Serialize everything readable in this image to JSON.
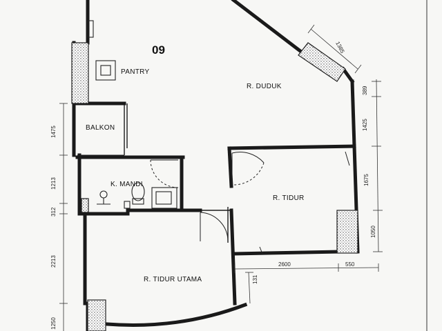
{
  "unit_number": "09",
  "rooms": {
    "pantry": "PANTRY",
    "ruang_duduk": "R. DUDUK",
    "balkon": "BALKON",
    "kamar_mandi": "K. MANDI",
    "ruang_tidur": "R. TIDUR",
    "ruang_tidur_utama": "R. TIDUR UTAMA"
  },
  "dimensions": {
    "left_balkon": "1475",
    "left_kmandi": "1213",
    "left_small": "312",
    "left_tidur_utama": "2213",
    "left_bottom": "1250",
    "right_diagonal": "1385",
    "right_top": "389",
    "right_upper": "1425",
    "right_tidur": "1675",
    "right_lower": "1050",
    "bottom_tidur_width": "2600",
    "bottom_right": "550",
    "bottom_small": "131"
  }
}
